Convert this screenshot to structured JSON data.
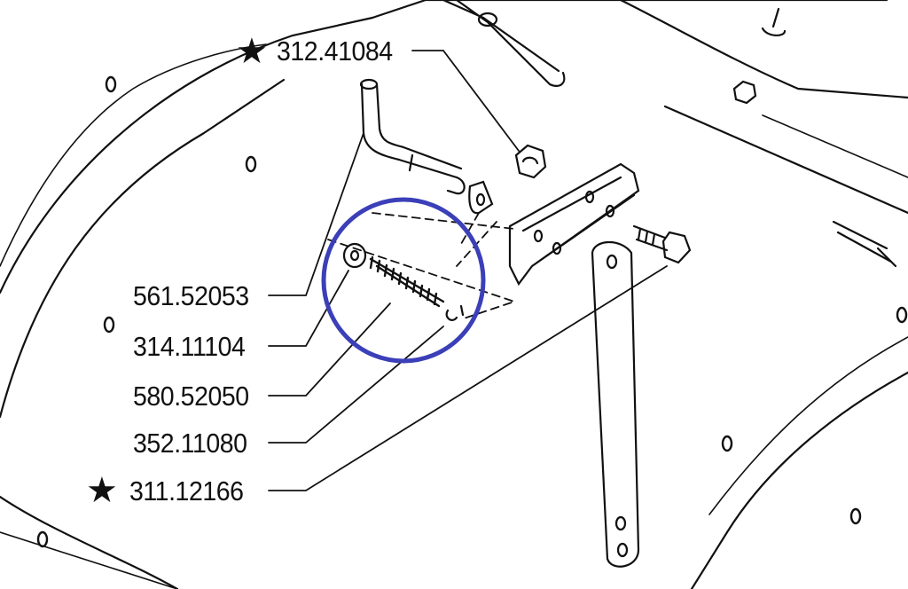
{
  "callouts": [
    {
      "part_number": "312.41084",
      "starred": true
    },
    {
      "part_number": "561.52053",
      "starred": false
    },
    {
      "part_number": "314.11104",
      "starred": false
    },
    {
      "part_number": "580.52050",
      "starred": false
    },
    {
      "part_number": "352.11080",
      "starred": false
    },
    {
      "part_number": "311.12166",
      "starred": true
    }
  ],
  "highlight": {
    "color": "#3b3fb8"
  },
  "icons": {
    "star": "★"
  }
}
